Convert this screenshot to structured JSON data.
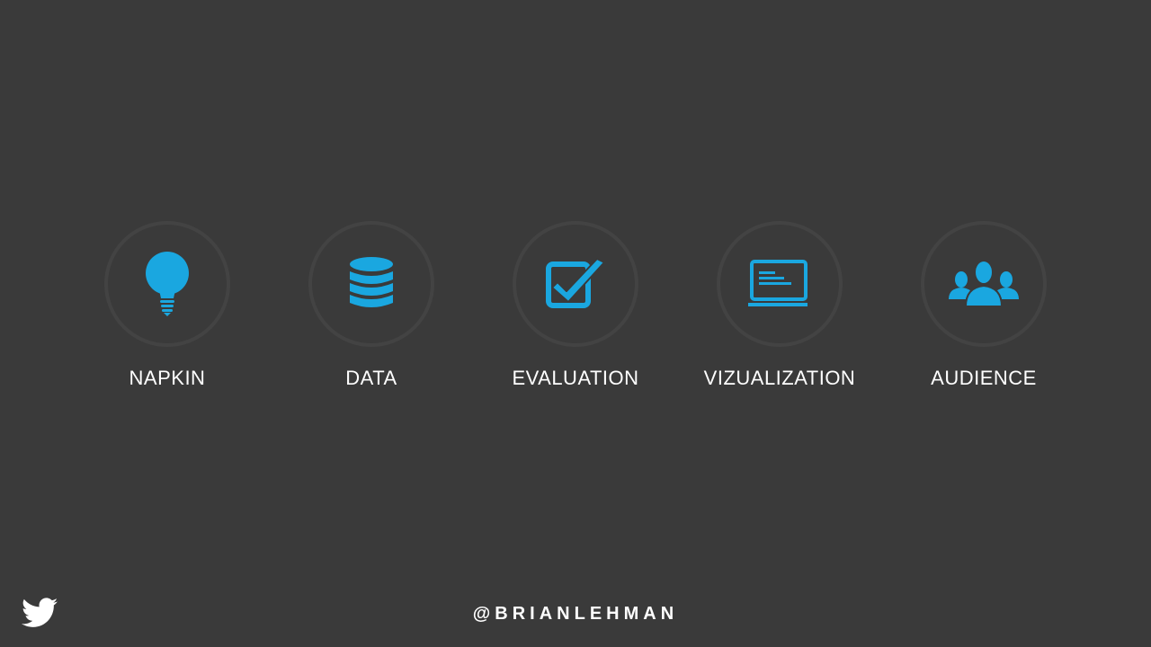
{
  "accent_color": "#1aa7e0",
  "steps": [
    {
      "label": "NAPKIN",
      "icon": "lightbulb-icon"
    },
    {
      "label": "DATA",
      "icon": "database-icon"
    },
    {
      "label": "EVALUATION",
      "icon": "checkbox-icon"
    },
    {
      "label": "VIZUALIZATION",
      "icon": "monitor-icon"
    },
    {
      "label": "AUDIENCE",
      "icon": "people-icon"
    }
  ],
  "footer": {
    "handle": "@BRIANLEHMAN",
    "logo_icon": "twitter-bird-icon"
  }
}
